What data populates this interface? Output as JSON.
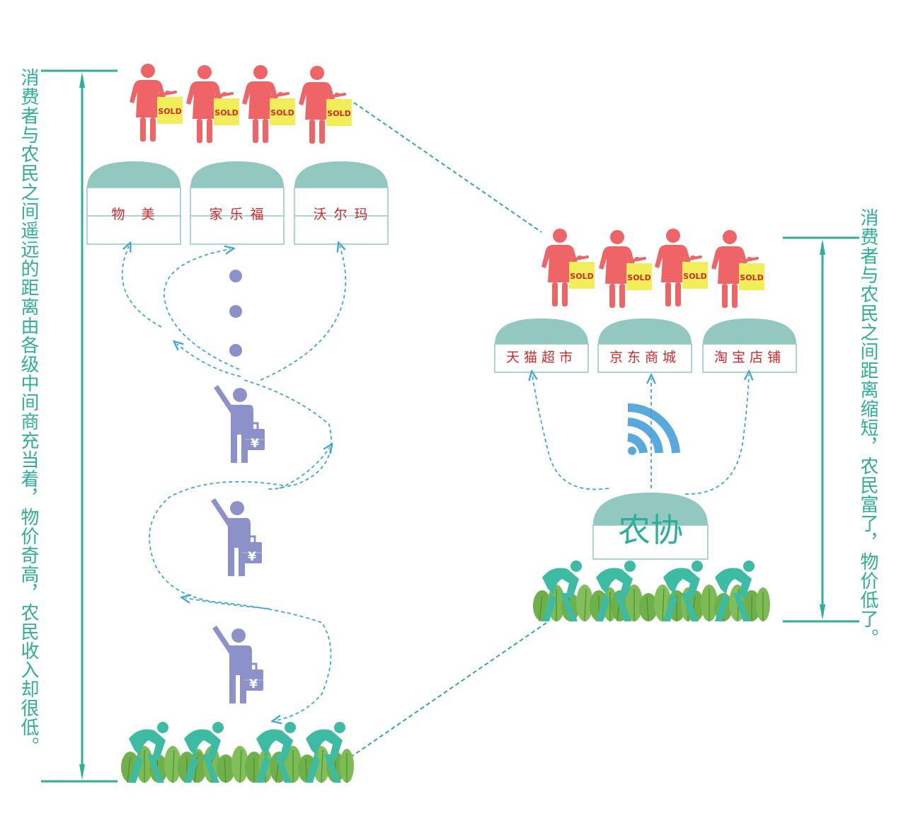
{
  "captions": {
    "left": "消费者与农民之间遥远的距离由各级中间商充当着，物价奇高，农民收入却很低。",
    "right": "消费者与农民之间距离缩短，农民富了，物价低了。"
  },
  "traditional": {
    "stores": [
      {
        "name": "物　美"
      },
      {
        "name": "家 乐 福"
      },
      {
        "name": "沃 尔 玛"
      }
    ],
    "sold_tag": "SOLD",
    "currency_symbol": "¥"
  },
  "online": {
    "stores": [
      {
        "name": "天猫超市"
      },
      {
        "name": "京东商城"
      },
      {
        "name": "淘宝店铺"
      }
    ],
    "sold_tag": "SOLD",
    "cooperative": "农协"
  },
  "colors": {
    "consumer": "#ee6467",
    "bag": "#f2ee5a",
    "dome": "#93c8c1",
    "middleman": "#8c92c9",
    "farmer": "#3dbba3",
    "crop": "#6fb04a",
    "dashed_flow": "#3fa6d6",
    "accent_line": "#2fae98",
    "wifi": "#5aa9dc"
  }
}
